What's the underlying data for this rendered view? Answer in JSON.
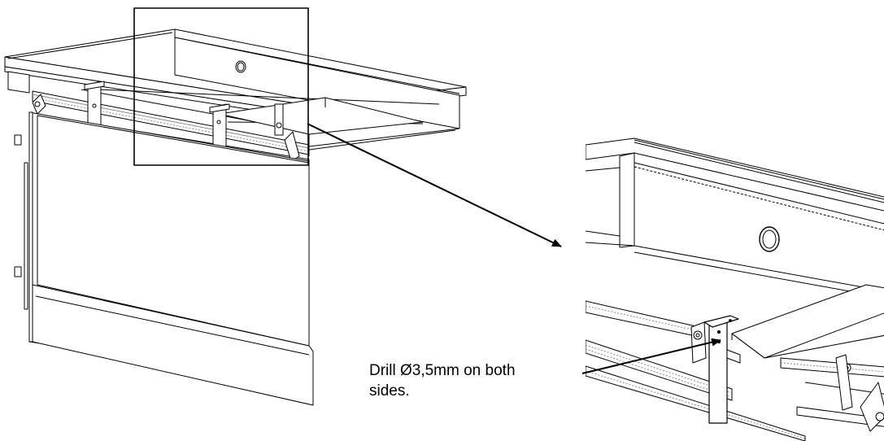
{
  "annotation": {
    "line1": "Drill Ø3,5mm on both",
    "line2": "sides."
  },
  "colors": {
    "stroke": "#000000",
    "fill": "#ffffff",
    "rail": "#8a8a8a"
  },
  "views": [
    {
      "name": "overview-assembly"
    },
    {
      "name": "detail-enlargement"
    }
  ]
}
